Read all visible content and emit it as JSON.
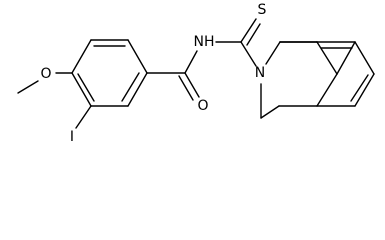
{
  "molecule": {
    "atoms": {
      "sulfur": "S",
      "amide_nitrogen": "NH",
      "ring_nitrogen": "N",
      "carbonyl_oxygen": "O",
      "ether_oxygen": "O",
      "iodine": "I"
    }
  }
}
